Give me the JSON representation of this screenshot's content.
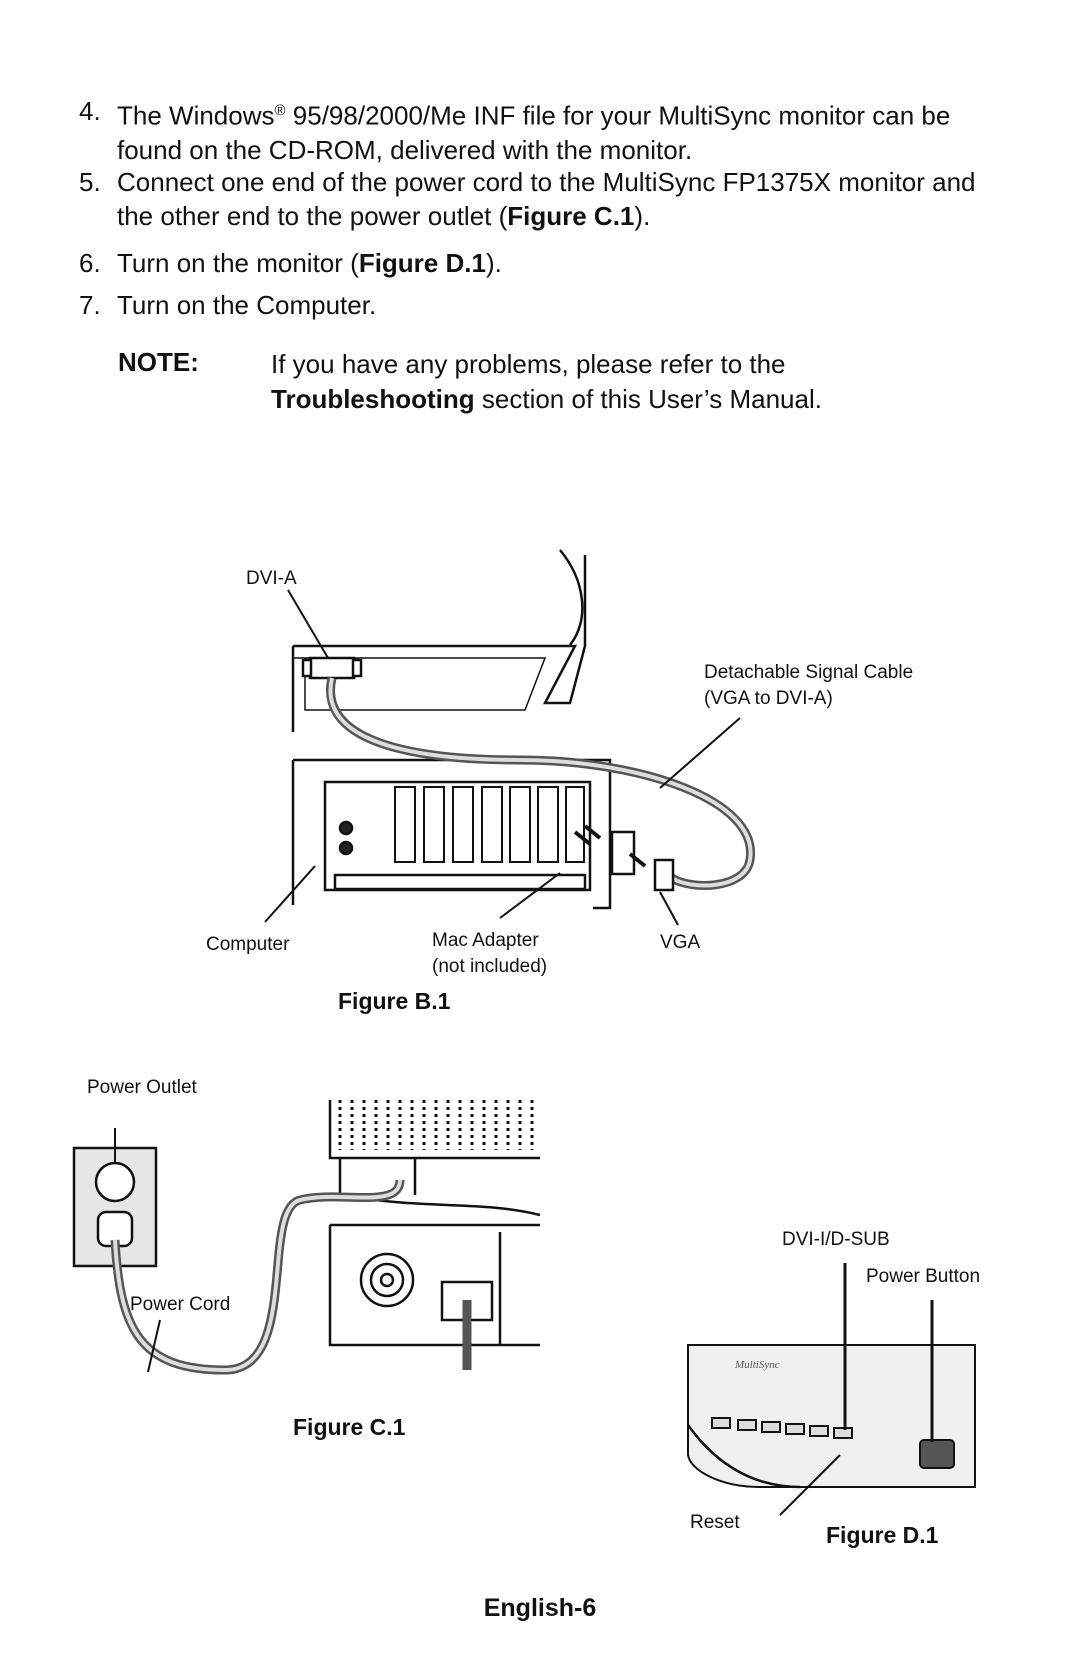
{
  "steps": [
    {
      "number": "4.",
      "parts": [
        "The Windows",
        "®",
        " 95/98/2000/Me INF file for your MultiSync monitor can be found on the CD-ROM, delivered with the monitor."
      ]
    },
    {
      "number": "5.",
      "parts": [
        "Connect one end of the power cord to the MultiSync FP1375X monitor and the other end to the power outlet (",
        "Figure C.1",
        ")."
      ]
    },
    {
      "number": "6.",
      "parts": [
        "Turn on the monitor (",
        "Figure D.1",
        ")."
      ]
    },
    {
      "number": "7.",
      "parts": [
        "Turn on the Computer."
      ]
    }
  ],
  "note": {
    "label": "NOTE:",
    "text_before": "If you have any problems, please refer to the ",
    "bold": "Troubleshooting",
    "text_after": " section of this User’s Manual."
  },
  "figure_b": {
    "caption": "Figure B.1",
    "labels": {
      "dvi_a": "DVI-A",
      "cable_line1": "Detachable Signal Cable",
      "cable_line2": "(VGA to DVI-A)",
      "computer": "Computer",
      "mac_adapter": "Mac Adapter",
      "not_included": "(not included)",
      "vga": "VGA"
    }
  },
  "figure_c": {
    "caption": "Figure C.1",
    "labels": {
      "power_outlet": "Power Outlet",
      "power_cord": "Power Cord"
    }
  },
  "figure_d": {
    "caption": "Figure D.1",
    "labels": {
      "dvi_sub": "DVI-I/D-SUB",
      "power_button": "Power Button",
      "reset": "Reset",
      "brand": "MultiSync"
    }
  },
  "footer": "English-6"
}
